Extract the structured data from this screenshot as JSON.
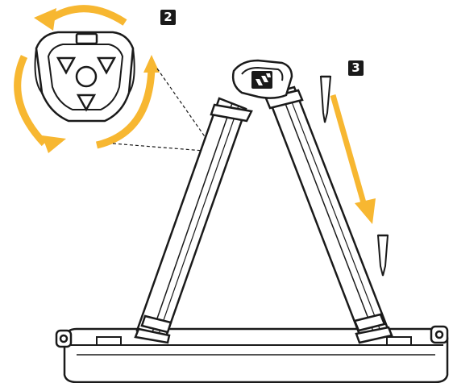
{
  "steps": [
    {
      "number": "2",
      "description": "rotate-hub"
    },
    {
      "number": "3",
      "description": "insert-stake"
    }
  ],
  "colors": {
    "arrow": "#f7b731",
    "outline": "#1a1a1a",
    "fill": "#ffffff"
  },
  "icons": [
    "rotation-arrows-icon",
    "down-arrow-icon",
    "brand-logo-icon",
    "ground-stake-icon"
  ]
}
